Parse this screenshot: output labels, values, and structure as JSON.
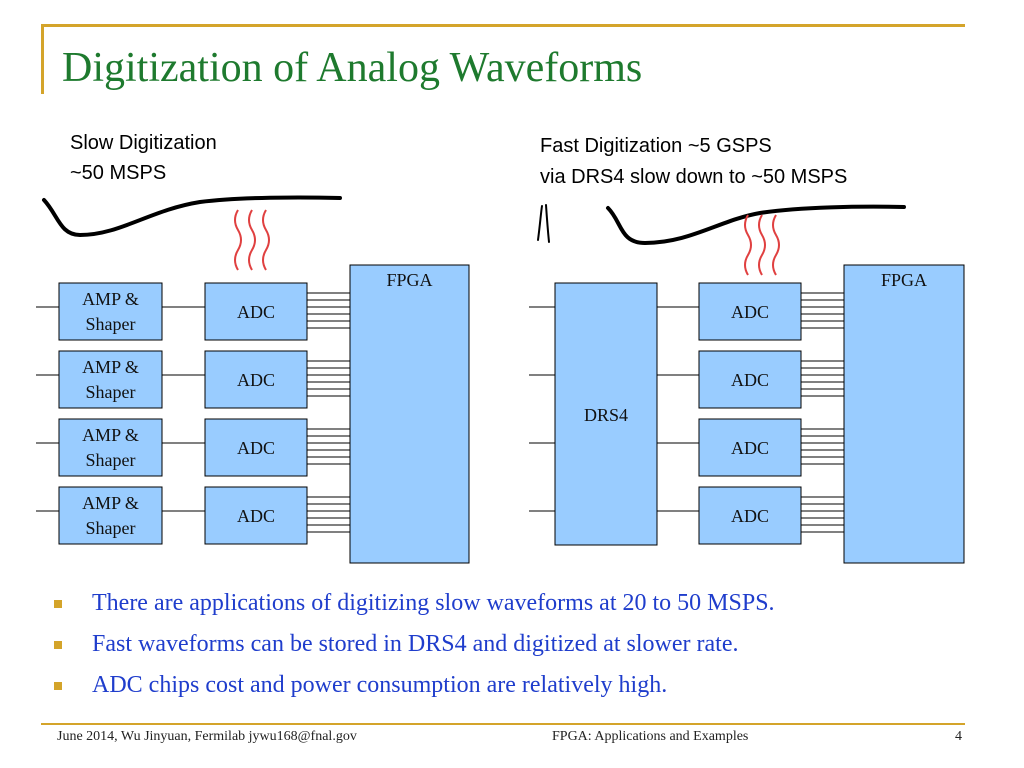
{
  "slide": {
    "title": "Digitization of Analog Waveforms",
    "left": {
      "caption_line1": "Slow Digitization",
      "caption_line2": "~50 MSPS",
      "amp_labels": [
        "AMP &",
        "Shaper"
      ],
      "adc_label": "ADC",
      "fpga_label": "FPGA"
    },
    "right": {
      "caption_line1": "Fast Digitization ~5 GSPS",
      "caption_line2": "via  DRS4 slow down to ~50 MSPS",
      "drs4_label": "DRS4",
      "adc_label": "ADC",
      "fpga_label": "FPGA"
    },
    "bullets": [
      "There are applications of digitizing slow waveforms at 20 to 50 MSPS.",
      "Fast waveforms can be stored in DRS4 and digitized at slower rate.",
      "ADC chips cost and power consumption are relatively high."
    ],
    "footer": {
      "left": "June 2014, Wu Jinyuan, Fermilab jywu168@fnal.gov",
      "center": "FPGA: Applications and Examples",
      "page": "4"
    },
    "colors": {
      "box_fill": "#99CCFF",
      "title": "#1E7A2E",
      "bullet_text": "#1F3DCC",
      "accent": "#D4A42A",
      "heat": "#E04040"
    }
  }
}
